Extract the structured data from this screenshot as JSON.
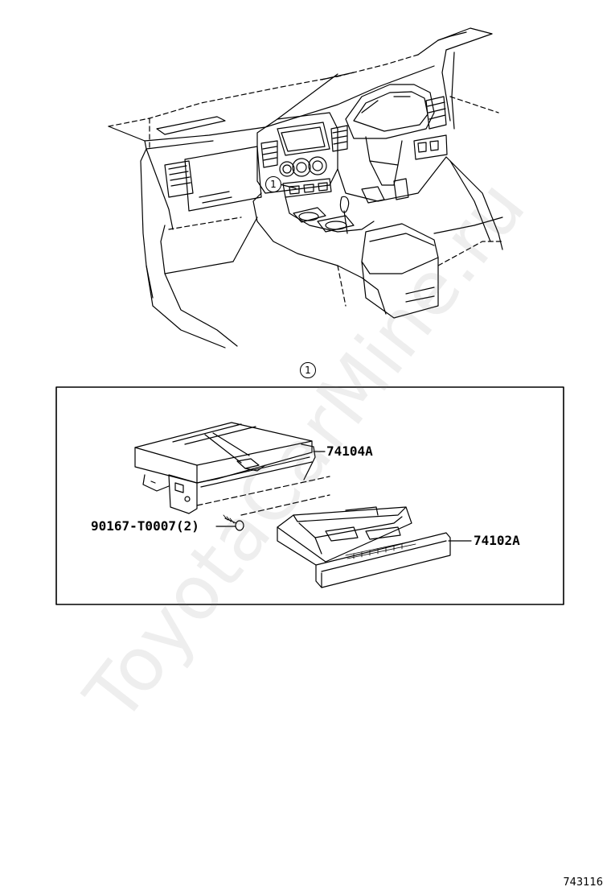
{
  "callout": {
    "number": "1"
  },
  "parts": [
    {
      "part_number": "74104A"
    },
    {
      "part_number": "90167-T0007(2)"
    },
    {
      "part_number": "74102A"
    }
  ],
  "watermark": "ToyotaCarMine.ru",
  "diagram_id": "743116",
  "colors": {
    "line": "#000000",
    "background": "#ffffff",
    "watermark": "#c8c8c8"
  }
}
